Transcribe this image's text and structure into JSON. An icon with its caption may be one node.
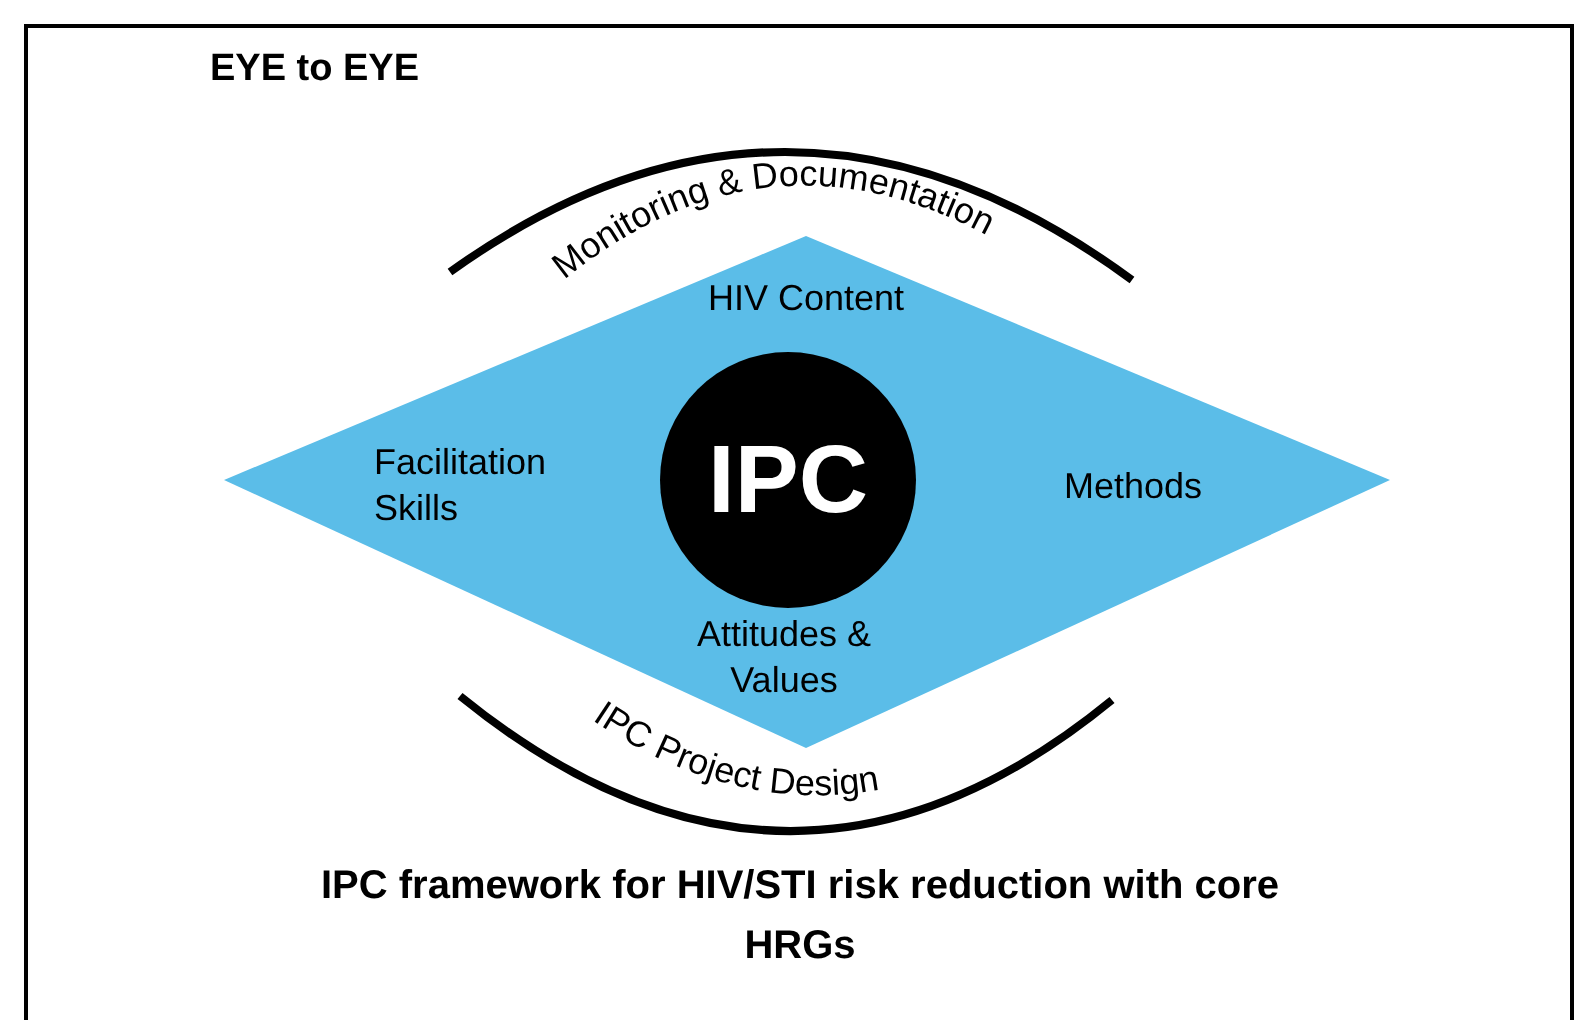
{
  "diagram": {
    "title": "EYE to EYE",
    "caption": "IPC framework for HIV/STI risk reduction with core HRGs",
    "nodes": [
      {
        "text": [
          "HIV Content",
          "Facilitation Skills",
          "Methods",
          "Attitudes & Values"
        ]
      },
      {
        "text": [
          "IPC"
        ],
        "in": 0
      }
    ],
    "labels": [
      "Monitoring & Documentation",
      "IPC Project Design"
    ]
  }
}
